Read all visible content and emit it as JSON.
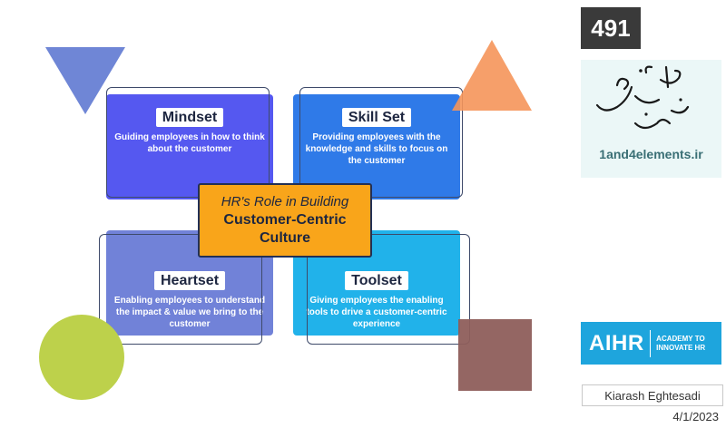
{
  "diagram": {
    "center": {
      "line1": "HR's Role in Building",
      "line2": "Customer-Centric Culture"
    },
    "quadrants": [
      {
        "title": "Mindset",
        "description": "Guiding employees in how to think about the customer",
        "color": "#5558f0"
      },
      {
        "title": "Skill Set",
        "description": "Providing employees with the knowledge and skills to focus on the customer",
        "color": "#2f7ae8"
      },
      {
        "title": "Heartset",
        "description": "Enabling employees to understand the impact & value we bring to the customer",
        "color": "#7182d8"
      },
      {
        "title": "Toolset",
        "description": "Giving employees the enabling tools to drive a customer-centric experience",
        "color": "#21b2ea"
      }
    ]
  },
  "slide": {
    "number": "491",
    "logo_url": "1and4elements.ir",
    "aihr": {
      "main": "AIHR",
      "sub_line1": "ACADEMY TO",
      "sub_line2": "INNOVATE HR"
    },
    "author": "Kiarash Eghtesadi",
    "date": "4/1/2023"
  },
  "colors": {
    "triangle_blue": "#6f86d6",
    "triangle_orange": "#f5955a",
    "circle_green": "#bdd14b",
    "square_brown": "#8e5e5b",
    "center_fill": "#f9a51a"
  }
}
